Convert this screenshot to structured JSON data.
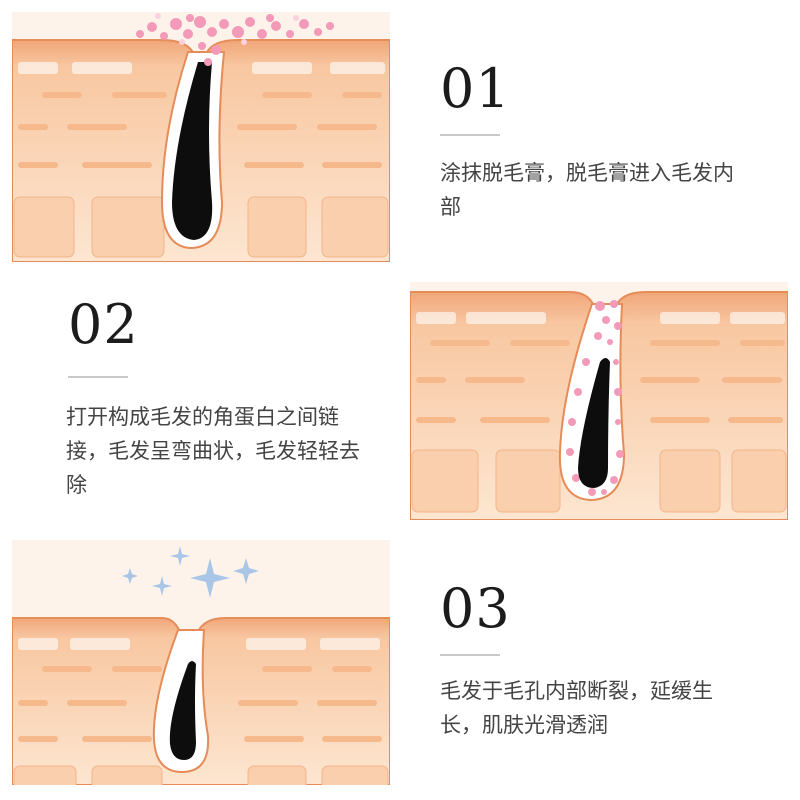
{
  "steps": [
    {
      "number": "01",
      "text": "涂抹脱毛膏，脱毛膏进入毛发内部"
    },
    {
      "number": "02",
      "text": "打开构成毛发的角蛋白之间链接，毛发呈弯曲状，毛发轻轻去除"
    },
    {
      "number": "03",
      "text": "毛发于毛孔内部断裂，延缓生长，肌肤光滑透润"
    }
  ],
  "colors": {
    "skin_top": "#f0a678",
    "skin_mid": "#fbd9be",
    "skin_light": "#fdeedd",
    "hair": "#0d0d0d",
    "cream": "#f39ab8",
    "sparkle": "#a9c6e6"
  },
  "icons": [
    "skin-layer-illustration",
    "hair-strand-icon",
    "cream-bubbles-icon",
    "sparkle-icon"
  ]
}
